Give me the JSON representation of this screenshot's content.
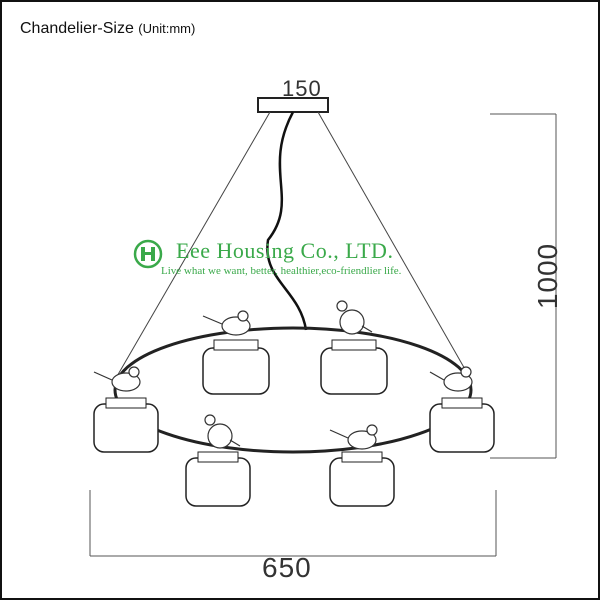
{
  "diagram": {
    "title": "Chandelier-Size",
    "unit_label": "(Unit:mm)",
    "dimensions": {
      "canopy_width": "150",
      "overall_height": "1000",
      "overall_width": "650"
    }
  },
  "watermark": {
    "brand": "Eee Housing Co., LTD.",
    "tagline": "Live what we want, better, healthier,eco-friendlier life.",
    "color": "#3aa94a"
  },
  "colors": {
    "line": "#222222",
    "dimension_line": "#555555"
  }
}
